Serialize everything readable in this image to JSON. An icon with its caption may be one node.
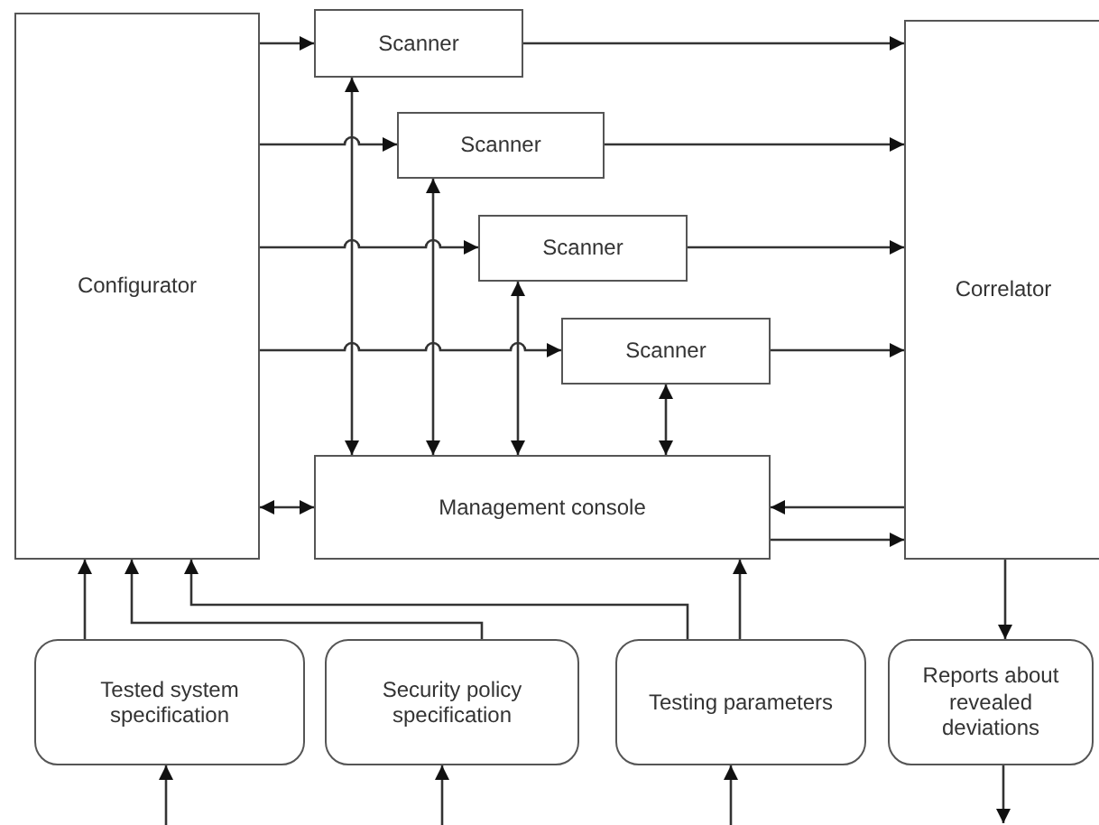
{
  "diagram": {
    "nodes": [
      {
        "text": [
          "Configurator"
        ]
      },
      {
        "text": [
          "Scanner"
        ]
      },
      {
        "text": [
          "Scanner"
        ]
      },
      {
        "text": [
          "Scanner"
        ]
      },
      {
        "text": [
          "Scanner"
        ]
      },
      {
        "text": [
          "Correlator"
        ]
      },
      {
        "text": [
          "Management console"
        ]
      },
      {
        "text": [
          "Tested system specification"
        ]
      },
      {
        "text": [
          "Security policy specification"
        ]
      },
      {
        "text": [
          "Testing parameters"
        ]
      },
      {
        "text": [
          "Reports about revealed deviations"
        ]
      }
    ],
    "edges": [
      {
        "from": 0,
        "to": 1,
        "arrow": "to"
      },
      {
        "from": 0,
        "to": 2,
        "arrow": "to"
      },
      {
        "from": 0,
        "to": 3,
        "arrow": "to"
      },
      {
        "from": 0,
        "to": 4,
        "arrow": "to"
      },
      {
        "from": 1,
        "to": 5,
        "arrow": "to"
      },
      {
        "from": 2,
        "to": 5,
        "arrow": "to"
      },
      {
        "from": 3,
        "to": 5,
        "arrow": "to"
      },
      {
        "from": 4,
        "to": 5,
        "arrow": "to"
      },
      {
        "from": 6,
        "to": 1,
        "arrow": "both"
      },
      {
        "from": 6,
        "to": 2,
        "arrow": "both"
      },
      {
        "from": 6,
        "to": 3,
        "arrow": "both"
      },
      {
        "from": 6,
        "to": 4,
        "arrow": "both"
      },
      {
        "from": 0,
        "to": 6,
        "arrow": "both"
      },
      {
        "from": 5,
        "to": 6,
        "arrow": "to"
      },
      {
        "from": 6,
        "to": 5,
        "arrow": "to"
      },
      {
        "from": 7,
        "to": 0,
        "arrow": "to"
      },
      {
        "from": 8,
        "to": 0,
        "arrow": "to"
      },
      {
        "from": 9,
        "to": 0,
        "arrow": "to"
      },
      {
        "from": 9,
        "to": 6,
        "arrow": "to"
      },
      {
        "from": 5,
        "to": 10,
        "arrow": "to"
      },
      {
        "from": null,
        "to": 7,
        "arrow": "to"
      },
      {
        "from": null,
        "to": 8,
        "arrow": "to"
      },
      {
        "from": null,
        "to": 9,
        "arrow": "to"
      },
      {
        "from": 10,
        "to": null,
        "arrow": "to"
      }
    ]
  }
}
